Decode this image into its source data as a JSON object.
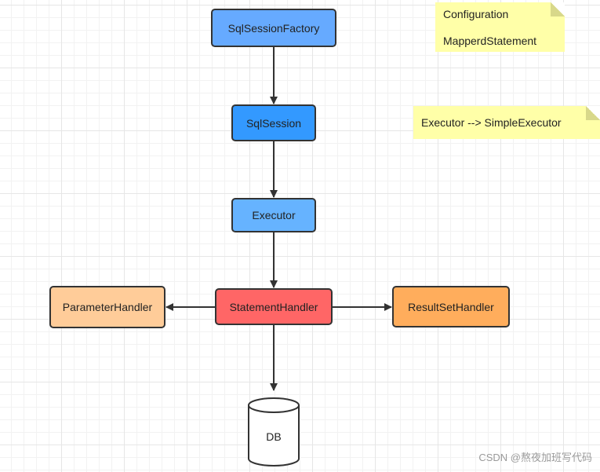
{
  "nodes": {
    "sql_session_factory": "SqlSessionFactory",
    "sql_session": "SqlSession",
    "executor": "Executor",
    "statement_handler": "StatementHandler",
    "parameter_handler": "ParameterHandler",
    "result_set_handler": "ResultSetHandler",
    "db": "DB"
  },
  "notes": {
    "config": {
      "line1": "Configuration",
      "line2": "MapperdStatement"
    },
    "executor_note": "Executor --> SimpleExecutor"
  },
  "colors": {
    "factory": "#66aaff",
    "session": "#3399ff",
    "executor": "#66b3ff",
    "statement_handler": "#ff6666",
    "parameter_handler": "#ffcc99",
    "result_set_handler": "#ffad5c",
    "note": "#ffffa8"
  },
  "watermark": "CSDN @熬夜加班写代码"
}
